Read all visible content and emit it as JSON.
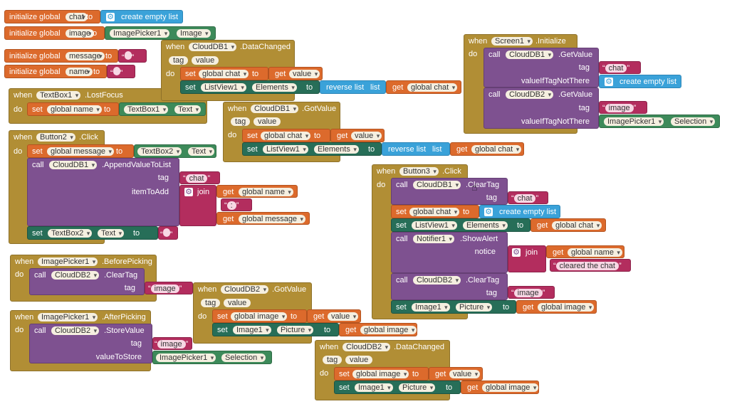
{
  "blocks": {
    "init_chat": {
      "kw": "initialize global",
      "name": "chat",
      "to": "to",
      "val": "create empty list"
    },
    "init_image": {
      "kw": "initialize global",
      "name": "image",
      "to": "to",
      "comp": "ImagePicker1",
      "prop": "Image"
    },
    "init_message": {
      "kw": "initialize global",
      "name": "message",
      "to": "to"
    },
    "init_name": {
      "kw": "initialize global",
      "name": "name",
      "to": "to"
    },
    "tb1_lostfocus": {
      "when": "when",
      "comp": "TextBox1",
      "event": ".LostFocus",
      "do": "do",
      "set": "set",
      "var": "global name",
      "to": "to",
      "src": "TextBox1",
      "prop": "Text"
    },
    "btn2_click": {
      "when": "when",
      "comp": "Button2",
      "event": ".Click",
      "do": "do",
      "set": "set",
      "var": "global message",
      "to": "to",
      "src": "TextBox2",
      "prop": "Text",
      "call": "call",
      "db": "CloudDB1",
      "method": ".AppendValueToList",
      "tag_label": "tag",
      "tag": "chat",
      "item_label": "itemToAdd",
      "join": "join",
      "get": "get",
      "get1": "global name",
      "sep": ":",
      "get2": "global message",
      "set2": "set",
      "tb": "TextBox2",
      "tbprop": "Text",
      "to2": "to"
    },
    "db1_datachanged": {
      "when": "when",
      "comp": "CloudDB1",
      "event": ".DataChanged",
      "tag": "tag",
      "value": "value",
      "do": "do",
      "set": "set",
      "var": "global chat",
      "to": "to",
      "get": "get",
      "getv": "value",
      "set2": "set",
      "lv": "ListView1",
      "lvprop": "Elements",
      "to2": "to",
      "rev": "reverse list",
      "list": "list",
      "get2": "get",
      "getv2": "global chat"
    },
    "db1_gotvalue": {
      "when": "when",
      "comp": "CloudDB1",
      "event": ".GotValue",
      "tag": "tag",
      "value": "value",
      "do": "do",
      "set": "set",
      "var": "global chat",
      "to": "to",
      "get": "get",
      "getv": "value",
      "set2": "set",
      "lv": "ListView1",
      "lvprop": "Elements",
      "to2": "to",
      "rev": "reverse list",
      "list": "list",
      "get2": "get",
      "getv2": "global chat"
    },
    "screen_init": {
      "when": "when",
      "comp": "Screen1",
      "event": ".Initialize",
      "do": "do",
      "call": "call",
      "db1": "CloudDB1",
      "method": ".GetValue",
      "tag_label": "tag",
      "tag1": "chat",
      "vnt": "valueIfTagNotThere",
      "empty": "create empty list",
      "call2": "call",
      "db2": "CloudDB2",
      "method2": ".GetValue",
      "tag2": "image",
      "ip": "ImagePicker1",
      "ipprop": "Selection"
    },
    "btn3_click": {
      "when": "when",
      "comp": "Button3",
      "event": ".Click",
      "do": "do",
      "call": "call",
      "db": "CloudDB1",
      "method": ".ClearTag",
      "tag_label": "tag",
      "tag": "chat",
      "set": "set",
      "var": "global chat",
      "to": "to",
      "empty": "create empty list",
      "set2": "set",
      "lv": "ListView1",
      "lvprop": "Elements",
      "get": "get",
      "getv": "global chat",
      "call2": "call",
      "notif": "Notifier1",
      "method2": ".ShowAlert",
      "notice": "notice",
      "join": "join",
      "getn": "global name",
      "cleared": "cleared the chat",
      "call3": "call",
      "db2": "CloudDB2",
      "method3": ".ClearTag",
      "tag2": "image",
      "set3": "set",
      "img": "Image1",
      "imgprop": "Picture",
      "geti": "global image"
    },
    "ip_before": {
      "when": "when",
      "comp": "ImagePicker1",
      "event": ".BeforePicking",
      "do": "do",
      "call": "call",
      "db": "CloudDB2",
      "method": ".ClearTag",
      "tag_label": "tag",
      "tag": "image"
    },
    "ip_after": {
      "when": "when",
      "comp": "ImagePicker1",
      "event": ".AfterPicking",
      "do": "do",
      "call": "call",
      "db": "CloudDB2",
      "method": ".StoreValue",
      "tag_label": "tag",
      "tag": "image",
      "vts": "valueToStore",
      "ip": "ImagePicker1",
      "ipprop": "Selection"
    },
    "db2_gotvalue": {
      "when": "when",
      "comp": "CloudDB2",
      "event": ".GotValue",
      "tag": "tag",
      "value": "value",
      "do": "do",
      "set": "set",
      "var": "global image",
      "to": "to",
      "get": "get",
      "getv": "value",
      "set2": "set",
      "img": "Image1",
      "imgprop": "Picture",
      "get2": "get",
      "getv2": "global image"
    },
    "db2_datachanged": {
      "when": "when",
      "comp": "CloudDB2",
      "event": ".DataChanged",
      "tag": "tag",
      "value": "value",
      "do": "do",
      "set": "set",
      "var": "global image",
      "to": "to",
      "get": "get",
      "getv": "value",
      "set2": "set",
      "img": "Image1",
      "imgprop": "Picture",
      "get2": "get",
      "getv2": "global image"
    }
  }
}
